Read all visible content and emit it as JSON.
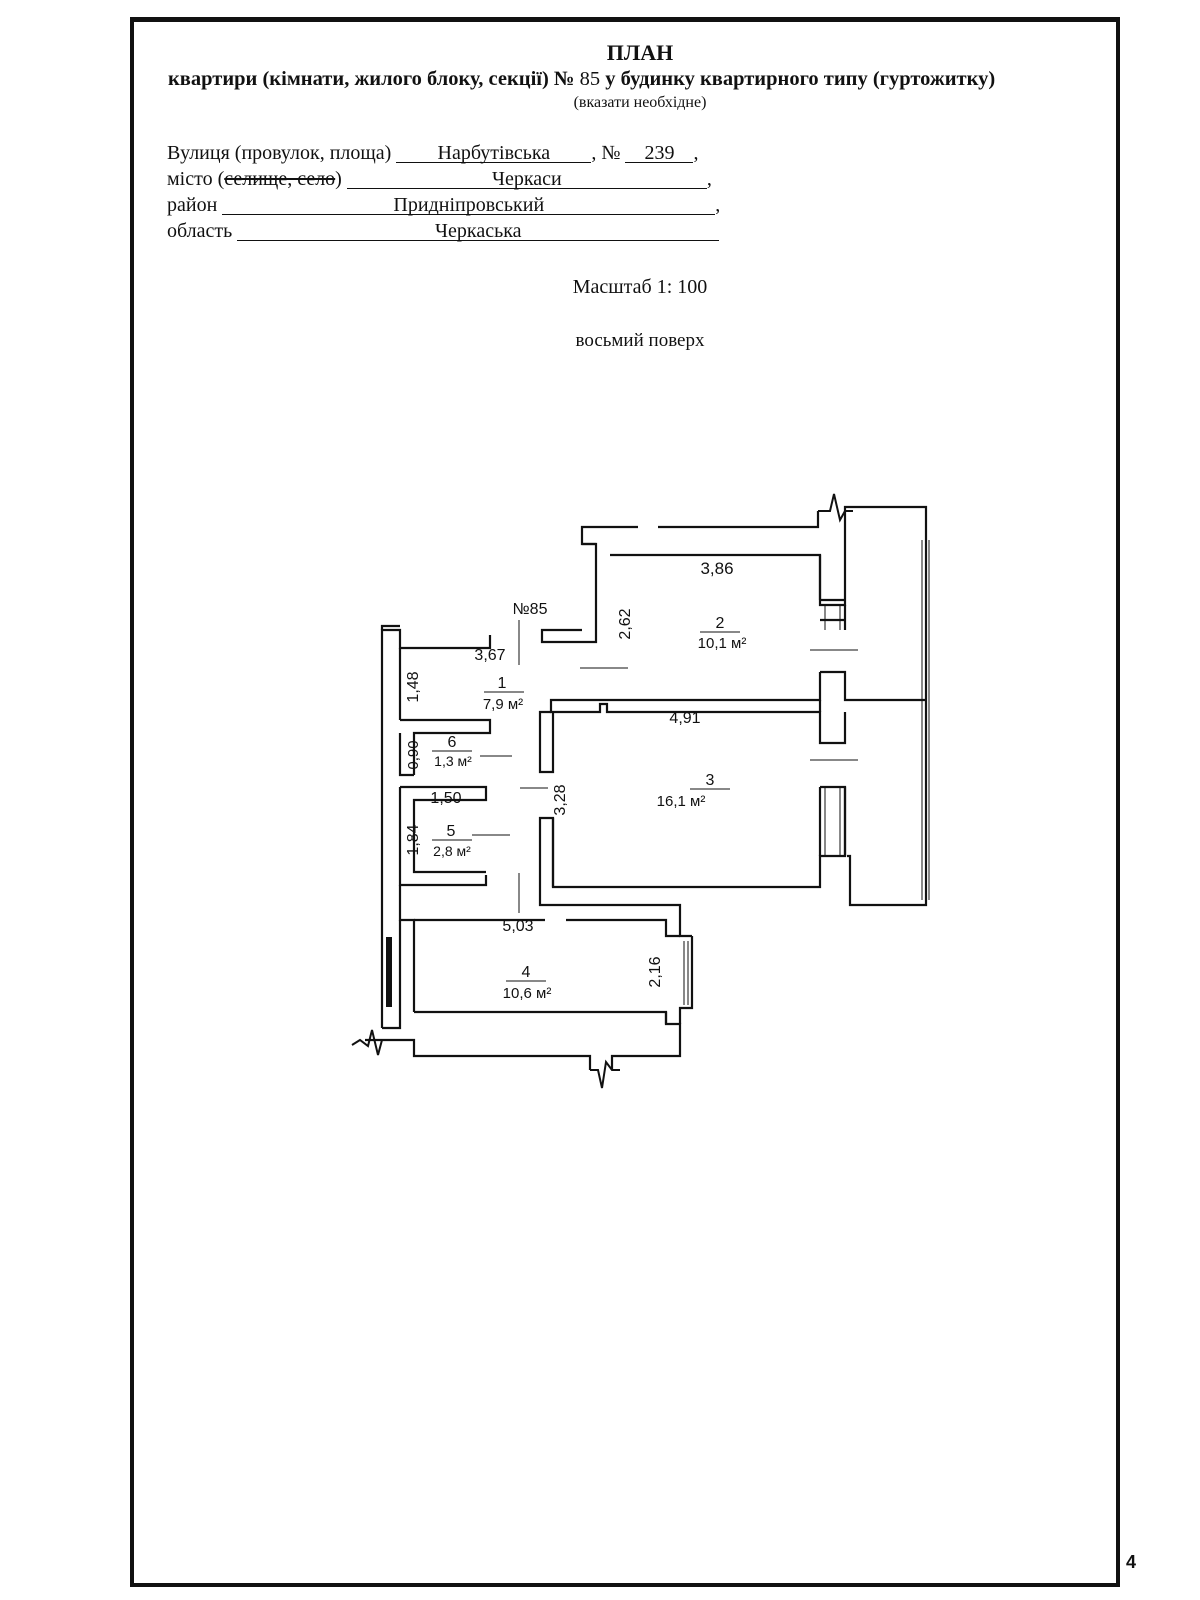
{
  "document": {
    "title": "ПЛАН",
    "subtitle_prefix": "квартири (кімнати, жилого блоку, секції)",
    "number_sign": "№",
    "apartment_number": "85",
    "subtitle_suffix": "у будинку квартирного типу (гуртожитку)",
    "note": "(вказати необхідне)",
    "street_label": "Вулиця (провулок, площа)",
    "street_value": "Нарбутівська",
    "house_label": "№",
    "house_value": "239",
    "city_label": "місто (",
    "city_label_struck": "селище, село",
    "city_label_close": ")",
    "city_value": "Черкаси",
    "district_label": "район",
    "district_value": "Придніпровський",
    "region_label": "область",
    "region_value": "Черкаська",
    "scale": "Масштаб 1: 100",
    "floor": "восьмий поверх",
    "page_number": "4",
    "comma": ","
  },
  "plan": {
    "apartment_label": "№85",
    "rooms": [
      {
        "number": "1",
        "area": "7,9 м²"
      },
      {
        "number": "2",
        "area": "10,1 м²"
      },
      {
        "number": "3",
        "area": "16,1 м²"
      },
      {
        "number": "4",
        "area": "10,6 м²"
      },
      {
        "number": "5",
        "area": "2,8 м²"
      },
      {
        "number": "6",
        "area": "1,3 м²"
      }
    ],
    "dimensions": {
      "d_386": "3,86",
      "d_262": "2,62",
      "d_367": "3,67",
      "d_148": "1,48",
      "d_491": "4,91",
      "d_090": "0,90",
      "d_150": "1,50",
      "d_328": "3,28",
      "d_184": "1,84",
      "d_503": "5,03",
      "d_216": "2,16"
    }
  }
}
